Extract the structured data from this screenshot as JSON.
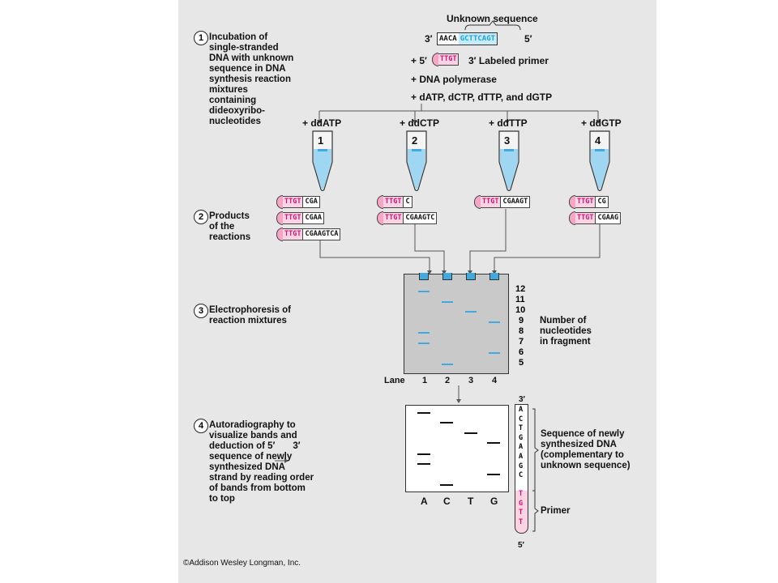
{
  "top": {
    "unknown_label": "Unknown sequence",
    "strand_3": "3′",
    "strand_5": "5′",
    "strand_black": "AACA",
    "strand_blue": "GCTTCAGT",
    "primer_prefix": "+ 5′",
    "primer_seq": "TTGT",
    "primer_suffix": "3′ Labeled primer",
    "polymerase": "+ DNA polymerase",
    "dntps": "+ dATP, dCTP, dTTP, and dGTP"
  },
  "steps": [
    {
      "num": "1",
      "lines": [
        "Incubation of",
        "single-stranded",
        "DNA with unknown",
        "sequence in DNA",
        "synthesis reaction",
        "mixtures",
        "containing",
        "dideoxyribo-",
        "nucleotides"
      ]
    },
    {
      "num": "2",
      "lines": [
        "Products",
        "of the",
        "reactions"
      ]
    },
    {
      "num": "3",
      "lines": [
        "Electrophoresis of",
        "reaction mixtures"
      ]
    },
    {
      "num": "4",
      "lines": [
        "Autoradiography to",
        "visualize bands and",
        "deduction of 5′",
        "3′",
        "sequence of newly",
        "synthesized DNA",
        "strand by reading order",
        "of bands from bottom",
        "to top"
      ]
    }
  ],
  "tubes": [
    {
      "label": "+ ddATP",
      "num": "1"
    },
    {
      "label": "+ ddCTP",
      "num": "2"
    },
    {
      "label": "+ ddTTP",
      "num": "3"
    },
    {
      "label": "+ ddGTP",
      "num": "4"
    }
  ],
  "products": [
    {
      "primer": "TTGT",
      "seq": "CGA"
    },
    {
      "primer": "TTGT",
      "seq": "CGAA"
    },
    {
      "primer": "TTGT",
      "seq": "CGAAGTCA"
    },
    {
      "primer": "TTGT",
      "seq": "C"
    },
    {
      "primer": "TTGT",
      "seq": "CGAAGTC"
    },
    {
      "primer": "TTGT",
      "seq": "CGAAGT"
    },
    {
      "primer": "TTGT",
      "seq": "CG"
    },
    {
      "primer": "TTGT",
      "seq": "CGAAG"
    }
  ],
  "gel": {
    "ladder": [
      "12",
      "11",
      "10",
      "9",
      "8",
      "7",
      "6",
      "5"
    ],
    "ladder_caption": [
      "Number of",
      "nucleotides",
      "in fragment"
    ],
    "lane_label": "Lane",
    "lanes": [
      "1",
      "2",
      "3",
      "4"
    ]
  },
  "autorad": {
    "lanes": [
      "A",
      "C",
      "T",
      "G"
    ],
    "top_label": "3′",
    "bottom_label": "5′",
    "sequence": [
      "A",
      "C",
      "T",
      "G",
      "A",
      "A",
      "G",
      "C"
    ],
    "primer": [
      "T",
      "G",
      "T",
      "T"
    ],
    "seq_caption": [
      "Sequence of newly",
      "synthesized DNA",
      "(complementary to",
      "unknown sequence)"
    ],
    "primer_caption": "Primer"
  },
  "copyright": "©Addison Wesley Longman, Inc.",
  "colors": {
    "pink": "#d4137a",
    "blue": "#1aa3e0",
    "panel": "#e7e7e7"
  }
}
